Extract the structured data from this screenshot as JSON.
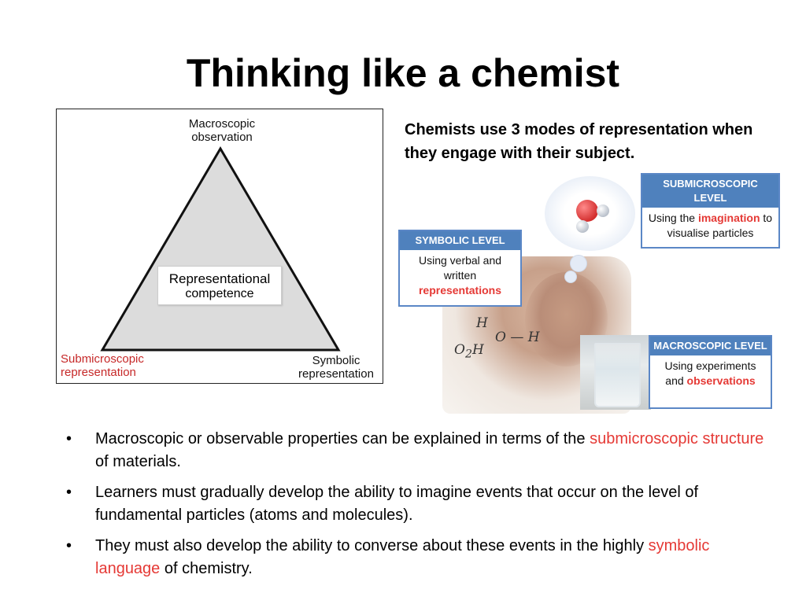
{
  "title": "Thinking like a chemist",
  "triangle": {
    "top_label_1": "Macroscopic",
    "top_label_2": "observation",
    "left_label_1": "Submicroscopic",
    "left_label_2": "representation",
    "right_label_1": "Symbolic",
    "right_label_2": "representation",
    "center_label_1": "Representational",
    "center_label_2": "competence",
    "fill_color": "#dcdcdc",
    "accent_red": "#c62828"
  },
  "intro_text": "Chemists use 3 modes of representation when they engage with their subject.",
  "levels": {
    "submicroscopic": {
      "header": "SUBMICROSCOPIC LEVEL",
      "body_pre": "Using the ",
      "body_highlight": "imagination",
      "body_post": " to visualise particles"
    },
    "symbolic": {
      "header": "SYMBOLIC LEVEL",
      "body_pre": "Using verbal and written ",
      "body_highlight": "representations",
      "body_post": ""
    },
    "macroscopic": {
      "header": "MACROSCOPIC LEVEL",
      "body_pre": "Using experiments and ",
      "body_highlight": "observations",
      "body_post": ""
    },
    "header_color": "#4f81bd"
  },
  "bullets": [
    {
      "pre": "Macroscopic or observable properties can be explained in terms of the ",
      "highlight": "submicroscopic structure",
      "post": " of materials."
    },
    {
      "pre": "Learners must gradually develop the ability to imagine events that occur on the level of fundamental particles (atoms and molecules).",
      "highlight": "",
      "post": ""
    },
    {
      "pre": "They must also develop the ability to converse about these events in the highly ",
      "highlight": "symbolic language",
      "post": " of chemistry."
    }
  ],
  "bullet_symbol": "•",
  "highlight_color": "#e53935"
}
